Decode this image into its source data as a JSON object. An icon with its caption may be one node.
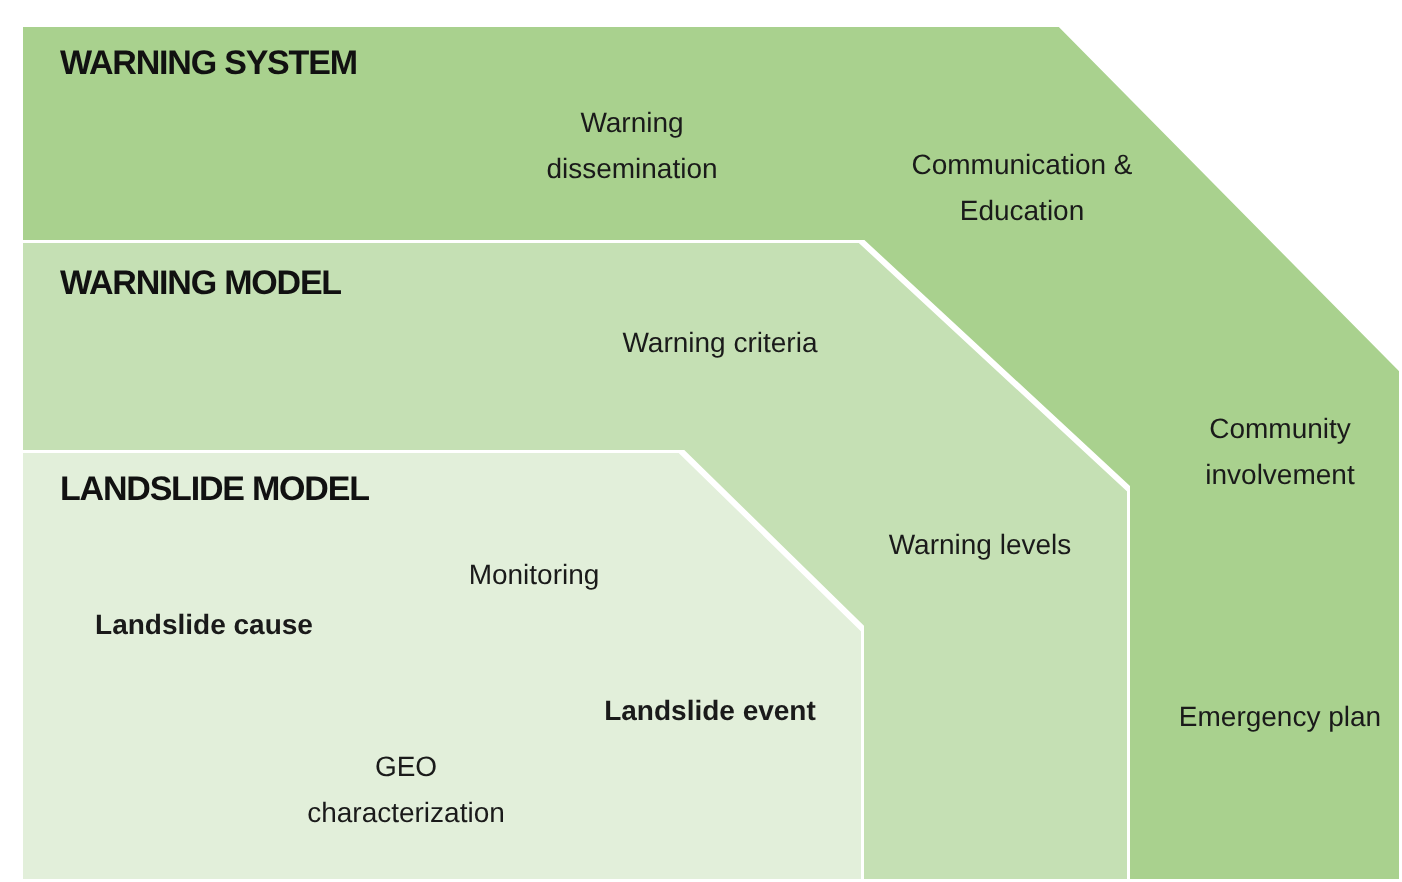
{
  "diagram": {
    "nodes": [
      {
        "text": [
          "WARNING SYSTEM",
          "Warning dissemination",
          "Communication & Education",
          "Community involvement",
          "Emergency plan"
        ]
      },
      {
        "text": [
          "WARNING MODEL",
          "Warning criteria",
          "Warning levels"
        ],
        "in": 0
      },
      {
        "text": [
          "LANDSLIDE MODEL",
          "Monitoring",
          "Landslide cause",
          "Landslide event",
          "GEO characterization"
        ],
        "in": 1
      }
    ]
  }
}
